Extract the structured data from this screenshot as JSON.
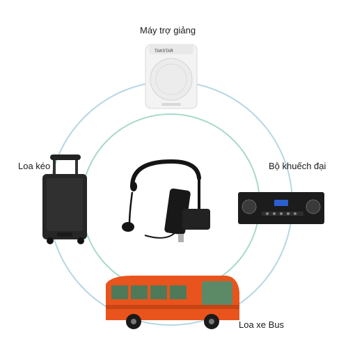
{
  "labels": {
    "top": "Máy trợ giảng",
    "left": "Loa kéo",
    "right": "Bộ khuếch đại",
    "bottom": "Loa xe Bus"
  },
  "brand": "TAKSTAR",
  "colors": {
    "ring_outer": "#b6d6e4",
    "ring_inner": "#a8d9c8",
    "bus_body": "#e8541c",
    "bus_window": "#4f7a5a",
    "amp_body": "#1c1c1c",
    "amp_display": "#2a5fd0",
    "speaker_body": "#262626",
    "headset": "#151515"
  },
  "icons": [
    "teaching-amplifier-icon",
    "trolley-speaker-icon",
    "audio-amplifier-icon",
    "bus-icon",
    "wireless-headset-mic-icon"
  ]
}
